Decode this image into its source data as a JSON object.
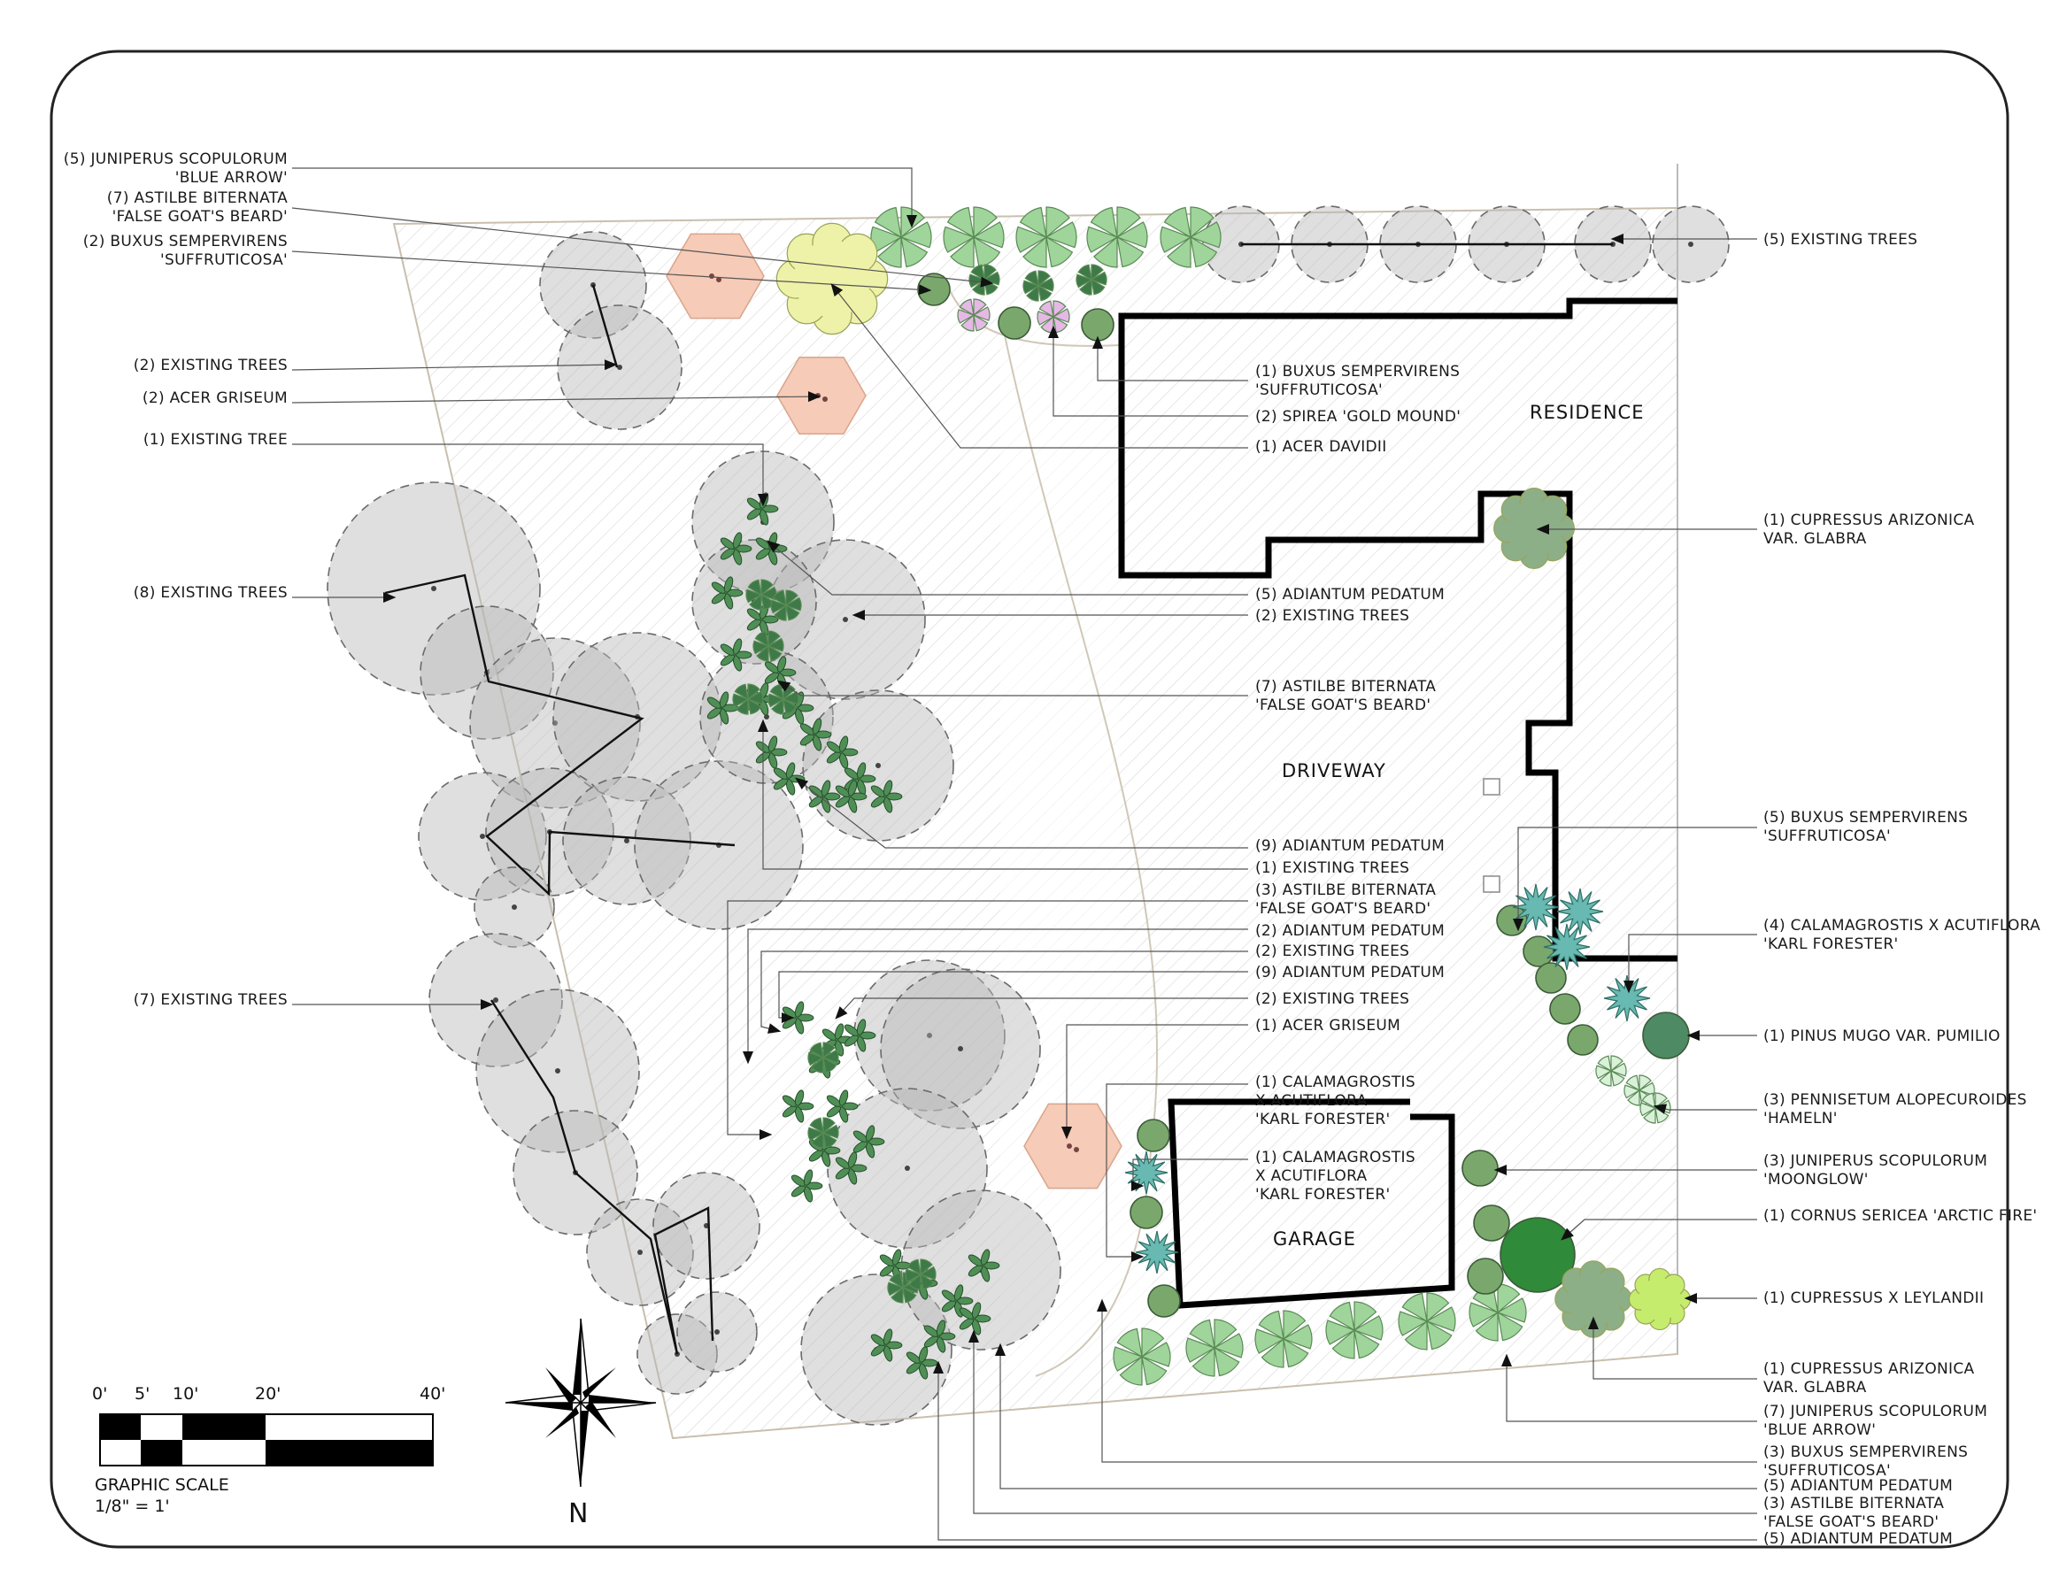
{
  "title": "",
  "areas": {
    "residence": "RESIDENCE",
    "driveway": "DRIVEWAY",
    "garage": "GARAGE"
  },
  "labels_left": [
    [
      "(5) JUNIPERUS SCOPULORUM",
      "'BLUE ARROW'"
    ],
    [
      "(7) ASTILBE BITERNATA",
      "'FALSE GOAT'S BEARD'"
    ],
    [
      "(2) BUXUS SEMPERVIRENS",
      "'SUFFRUTICOSA'"
    ],
    [
      "(2) EXISTING TREES"
    ],
    [
      "(2) ACER GRISEUM"
    ],
    [
      "(1) EXISTING TREE"
    ],
    [
      "(8) EXISTING TREES"
    ],
    [
      "(7) EXISTING TREES"
    ]
  ],
  "labels_center": [
    [
      "(1) BUXUS SEMPERVIRENS",
      "'SUFFRUTICOSA'"
    ],
    [
      "(2) SPIREA 'GOLD MOUND'"
    ],
    [
      "(1) ACER DAVIDII"
    ],
    [
      "(5) ADIANTUM PEDATUM"
    ],
    [
      "(2) EXISTING TREES"
    ],
    [
      "(7) ASTILBE BITERNATA",
      "'FALSE GOAT'S BEARD'"
    ],
    [
      "(9) ADIANTUM PEDATUM"
    ],
    [
      "(1) EXISTING TREES"
    ],
    [
      "(3) ASTILBE BITERNATA",
      "'FALSE GOAT'S BEARD'"
    ],
    [
      "(2) ADIANTUM PEDATUM"
    ],
    [
      "(2) EXISTING TREES"
    ],
    [
      "(9) ADIANTUM PEDATUM"
    ],
    [
      "(2) EXISTING TREES"
    ],
    [
      "(1) ACER GRISEUM"
    ],
    [
      "(1) CALAMAGROSTIS",
      "X ACUTIFLORA",
      "'KARL FORESTER'"
    ],
    [
      "(1) CALAMAGROSTIS",
      "X ACUTIFLORA",
      "'KARL FORESTER'"
    ]
  ],
  "labels_right": [
    [
      "(5) EXISTING TREES"
    ],
    [
      "(1) CUPRESSUS ARIZONICA",
      "VAR. GLABRA"
    ],
    [
      "(5) BUXUS SEMPERVIRENS",
      "'SUFFRUTICOSA'"
    ],
    [
      "(4) CALAMAGROSTIS X ACUTIFLORA",
      "'KARL FORESTER'"
    ],
    [
      "(1) PINUS MUGO VAR. PUMILIO"
    ],
    [
      "(3) PENNISETUM ALOPECUROIDES",
      "'HAMELN'"
    ],
    [
      "(3) JUNIPERUS SCOPULORUM",
      "'MOONGLOW'"
    ],
    [
      "(1) CORNUS SERICEA 'ARCTIC FIRE'"
    ],
    [
      "(1) CUPRESSUS X LEYLANDII"
    ],
    [
      "(1) CUPRESSUS ARIZONICA",
      "VAR. GLABRA"
    ],
    [
      "(7) JUNIPERUS SCOPULORUM",
      "'BLUE ARROW'"
    ],
    [
      "(3) BUXUS SEMPERVIRENS",
      "'SUFFRUTICOSA'"
    ],
    [
      "(5) ADIANTUM PEDATUM"
    ],
    [
      "(3) ASTILBE BITERNATA",
      "'FALSE GOAT'S BEARD'"
    ],
    [
      "(5) ADIANTUM PEDATUM"
    ]
  ],
  "scale": {
    "ticks": [
      "0'",
      "5'",
      "10'",
      "20'",
      "40'"
    ],
    "title": "GRAPHIC SCALE",
    "ratio": "1/8\" = 1'"
  },
  "north": "N",
  "colors": {
    "existing_tree": "#bdbdbd",
    "juniper": "#9fd49a",
    "astilbe": "#3d7a47",
    "buxus": "#7aa86c",
    "spirea": "#e6b8e6",
    "acer_griseum": "#f6cbb7",
    "acer_davidii": "#eef2a8",
    "calamagrostis": "#67b9b1",
    "pinus_mugo": "#4e8a63",
    "pennisetum": "#d9f0d9",
    "cornus": "#2f8a3a",
    "cupressus_arizonica": "#8caf87",
    "leylandii": "#c6ec6e"
  }
}
